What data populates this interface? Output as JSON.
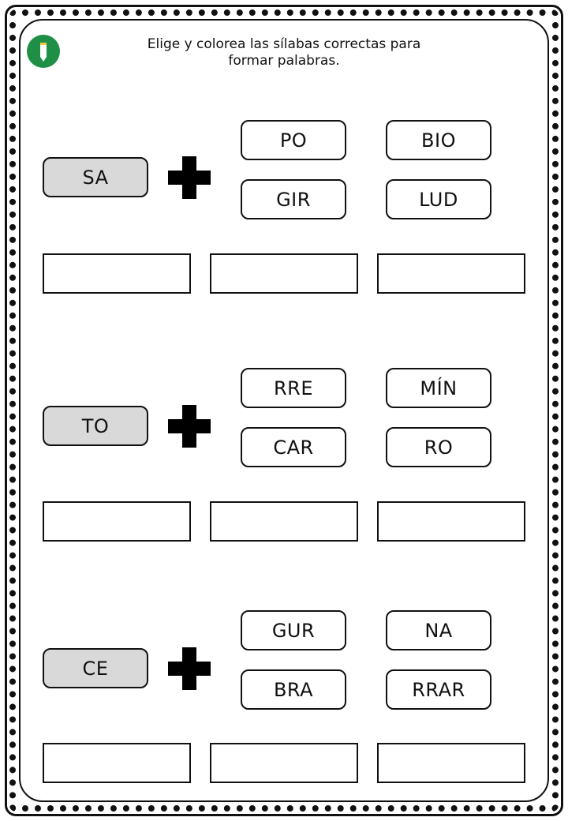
{
  "instruction": {
    "line1": "Elige y colorea las sílabas correctas para",
    "line2": "formar palabras."
  },
  "logo": {
    "icon": "pencil-logo-icon",
    "color": "#1f8f45"
  },
  "groups": [
    {
      "base": "SA",
      "options": [
        "PO",
        "BIO",
        "GIR",
        "LUD"
      ]
    },
    {
      "base": "TO",
      "options": [
        "RRE",
        "MÍN",
        "CAR",
        "RO"
      ]
    },
    {
      "base": "CE",
      "options": [
        "GUR",
        "NA",
        "BRA",
        "RRAR"
      ]
    }
  ]
}
